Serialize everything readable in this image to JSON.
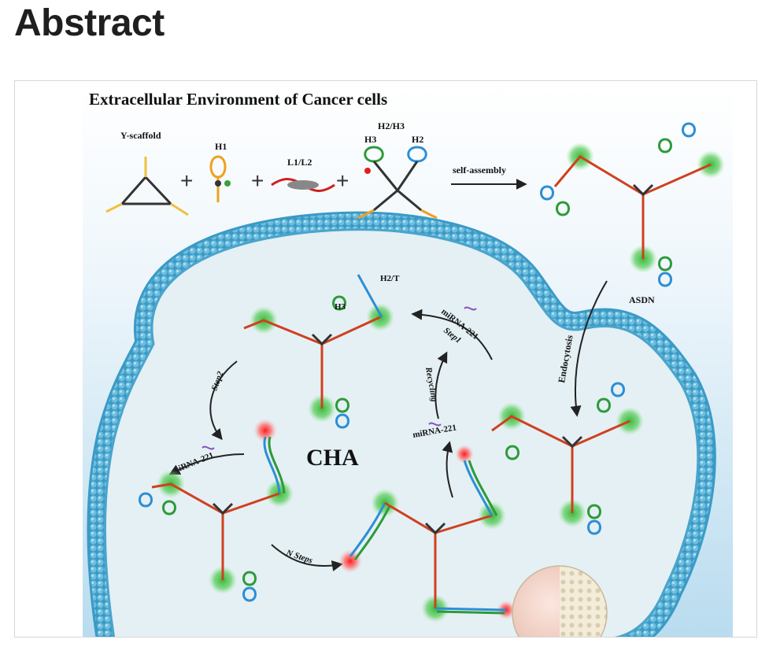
{
  "section": {
    "heading": "Abstract"
  },
  "figure": {
    "title": "Extracellular Environment of Cancer cells",
    "components": {
      "y_scaffold": "Y-scaffold",
      "h1": "H1",
      "l1l2": "L1/L2",
      "h2h3": "H2/H3",
      "h3": "H3",
      "h2": "H2"
    },
    "plus": "+",
    "self_assembly": "self-assembly",
    "asdn": "ASDN",
    "endocytosis": "Endocytosis",
    "h2t": "H2/T",
    "h3_inner": "H3",
    "mirna_top": "miRNA-221",
    "step1": "Step1",
    "recycling": "Recycling",
    "mirna_mid": "miRNA-221",
    "step2": "Step2",
    "mirna_left": "miRNA-221",
    "cha": "CHA",
    "n_steps": "N Steps",
    "colors": {
      "membrane": "#5fb2d6",
      "membrane_dark": "#2f8fbf",
      "cell_bg": "#e9f3f6",
      "green_glow": "#3fbf3f",
      "red_glow": "#ff2a2a",
      "h2_blue": "#2c8ed6",
      "h3_green": "#2e9a3a",
      "orange": "#f0a020"
    }
  }
}
